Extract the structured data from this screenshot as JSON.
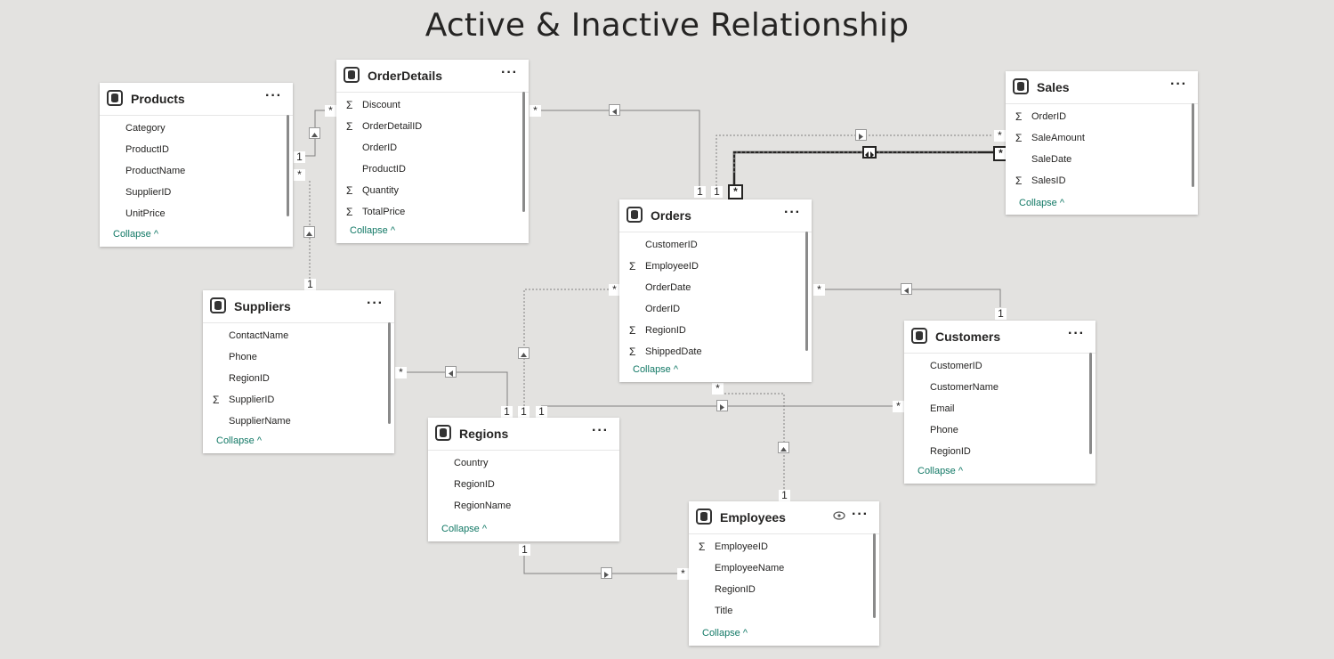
{
  "diagram": {
    "title": "Active & Inactive Relationship"
  },
  "tables": {
    "products": {
      "name": "Products",
      "fields": [
        {
          "name": "Category",
          "sigma": false
        },
        {
          "name": "ProductID",
          "sigma": false
        },
        {
          "name": "ProductName",
          "sigma": false
        },
        {
          "name": "SupplierID",
          "sigma": false
        },
        {
          "name": "UnitPrice",
          "sigma": false
        }
      ],
      "collapse": "Collapse ^"
    },
    "orderdetails": {
      "name": "OrderDetails",
      "fields": [
        {
          "name": "Discount",
          "sigma": true
        },
        {
          "name": "OrderDetailID",
          "sigma": true
        },
        {
          "name": "OrderID",
          "sigma": false
        },
        {
          "name": "ProductID",
          "sigma": false
        },
        {
          "name": "Quantity",
          "sigma": true
        },
        {
          "name": "TotalPrice",
          "sigma": true
        }
      ],
      "collapse": "Collapse ^"
    },
    "sales": {
      "name": "Sales",
      "fields": [
        {
          "name": "OrderID",
          "sigma": true
        },
        {
          "name": "SaleAmount",
          "sigma": true
        },
        {
          "name": "SaleDate",
          "sigma": false
        },
        {
          "name": "SalesID",
          "sigma": true
        }
      ],
      "collapse": "Collapse ^"
    },
    "orders": {
      "name": "Orders",
      "fields": [
        {
          "name": "CustomerID",
          "sigma": false
        },
        {
          "name": "EmployeeID",
          "sigma": true
        },
        {
          "name": "OrderDate",
          "sigma": false
        },
        {
          "name": "OrderID",
          "sigma": false
        },
        {
          "name": "RegionID",
          "sigma": true
        },
        {
          "name": "ShippedDate",
          "sigma": true
        }
      ],
      "collapse": "Collapse ^"
    },
    "suppliers": {
      "name": "Suppliers",
      "fields": [
        {
          "name": "ContactName",
          "sigma": false
        },
        {
          "name": "Phone",
          "sigma": false
        },
        {
          "name": "RegionID",
          "sigma": false
        },
        {
          "name": "SupplierID",
          "sigma": true
        },
        {
          "name": "SupplierName",
          "sigma": false
        }
      ],
      "collapse": "Collapse ^"
    },
    "customers": {
      "name": "Customers",
      "fields": [
        {
          "name": "CustomerID",
          "sigma": false
        },
        {
          "name": "CustomerName",
          "sigma": false
        },
        {
          "name": "Email",
          "sigma": false
        },
        {
          "name": "Phone",
          "sigma": false
        },
        {
          "name": "RegionID",
          "sigma": false
        }
      ],
      "collapse": "Collapse ^"
    },
    "regions": {
      "name": "Regions",
      "fields": [
        {
          "name": "Country",
          "sigma": false
        },
        {
          "name": "RegionID",
          "sigma": false
        },
        {
          "name": "RegionName",
          "sigma": false
        }
      ],
      "collapse": "Collapse ^"
    },
    "employees": {
      "name": "Employees",
      "fields": [
        {
          "name": "EmployeeID",
          "sigma": true
        },
        {
          "name": "EmployeeName",
          "sigma": false
        },
        {
          "name": "RegionID",
          "sigma": false
        },
        {
          "name": "Title",
          "sigma": false
        }
      ],
      "collapse": "Collapse ^"
    }
  },
  "symbols": {
    "many": "*",
    "one": "1",
    "sigma": "Σ",
    "more": "···"
  },
  "icons": {
    "table": "table-icon",
    "more": "more-options-icon",
    "eye": "visibility-icon"
  },
  "colors": {
    "background": "#e3e2e0",
    "collapse": "#117865",
    "line": "#808080"
  }
}
